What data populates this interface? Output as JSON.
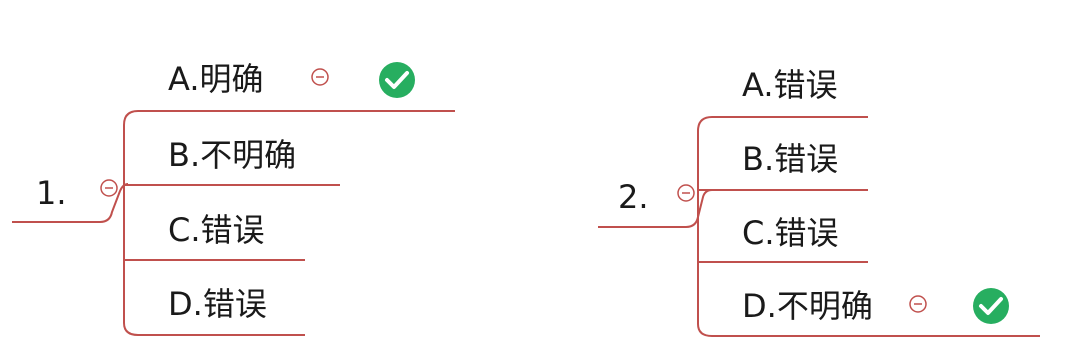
{
  "colors": {
    "connector": "#c0504d",
    "collapse_ring": "#c0504d",
    "correct_mark": "#27ae60",
    "text": "#1a1a1a"
  },
  "questions": [
    {
      "number": "1.",
      "options": [
        {
          "label": "A.明确",
          "correct": true
        },
        {
          "label": "B.不明确",
          "correct": false
        },
        {
          "label": "C.错误",
          "correct": false
        },
        {
          "label": "D.错误",
          "correct": false
        }
      ]
    },
    {
      "number": "2.",
      "options": [
        {
          "label": "A.错误",
          "correct": false
        },
        {
          "label": "B.错误",
          "correct": false
        },
        {
          "label": "C.错误",
          "correct": false
        },
        {
          "label": "D.不明确",
          "correct": true
        }
      ]
    }
  ]
}
